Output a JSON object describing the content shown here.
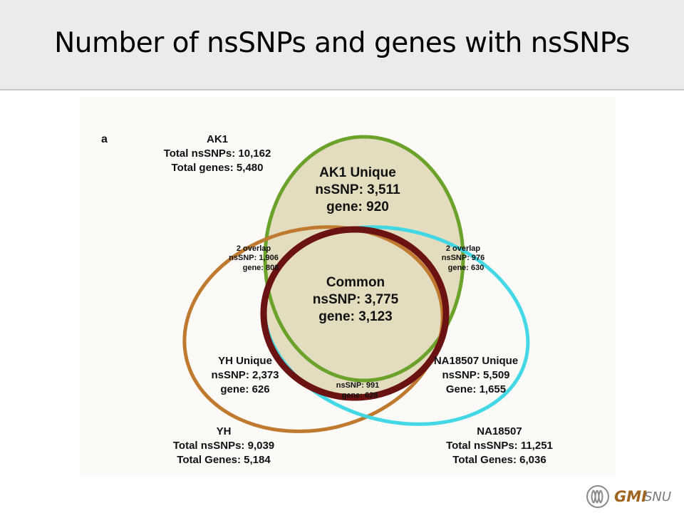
{
  "slide": {
    "title": "Number of nsSNPs and genes with nsSNPs"
  },
  "figure": {
    "panel_label": "a",
    "colors": {
      "ak1": "#6aa22a",
      "yh": "#c07a30",
      "na18507": "#3ad6e6",
      "common": "#6b1212",
      "fill": "#e3dcbf"
    },
    "ak1": {
      "name": "AK1",
      "total_snps": "Total nsSNPs: 10,162",
      "total_genes": "Total genes: 5,480"
    },
    "yh": {
      "name": "YH",
      "total_snps": "Total nsSNPs: 9,039",
      "total_genes": "Total Genes: 5,184"
    },
    "na18507": {
      "name": "NA18507",
      "total_snps": "Total nsSNPs: 11,251",
      "total_genes": "Total Genes: 6,036"
    },
    "ak1_unique": {
      "title": "AK1 Unique",
      "snp": "nsSNP: 3,511",
      "gene": "gene: 920"
    },
    "yh_unique": {
      "title": "YH Unique",
      "snp": "nsSNP: 2,373",
      "gene": "gene: 626"
    },
    "na18507_unique": {
      "title": "NA18507 Unique",
      "snp": "nsSNP: 5,509",
      "gene": "Gene: 1,655"
    },
    "common": {
      "title": "Common",
      "snp": "nsSNP: 3,775",
      "gene": "gene: 3,123"
    },
    "overlap_ak1_yh": {
      "title": "2 overlap",
      "snp": "nsSNP: 1,906",
      "gene": "gene: 808"
    },
    "overlap_ak1_na": {
      "title": "2 overlap",
      "snp": "nsSNP: 976",
      "gene": "gene: 630"
    },
    "overlap_yh_na": {
      "snp": "nsSNP: 991",
      "gene": "gene: 628"
    }
  },
  "logo": {
    "gmi": "GMI",
    "snu": "SNU"
  }
}
